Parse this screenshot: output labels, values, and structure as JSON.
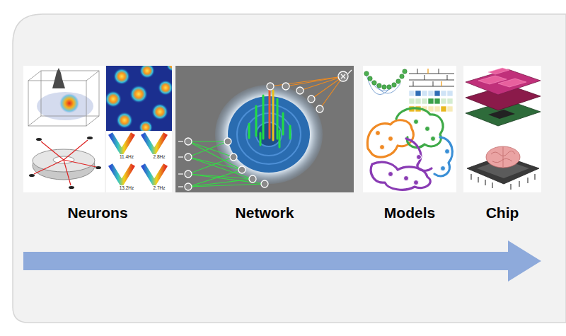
{
  "diagram": {
    "nodes": [
      {
        "text": [
          "Neurons"
        ]
      },
      {
        "text": [
          "Network"
        ]
      },
      {
        "text": [
          "Models"
        ]
      },
      {
        "text": [
          "Chip"
        ]
      }
    ],
    "labels": [
      "11.4Hz",
      "2.8Hz",
      "13.2Hz",
      "2.7Hz"
    ]
  }
}
